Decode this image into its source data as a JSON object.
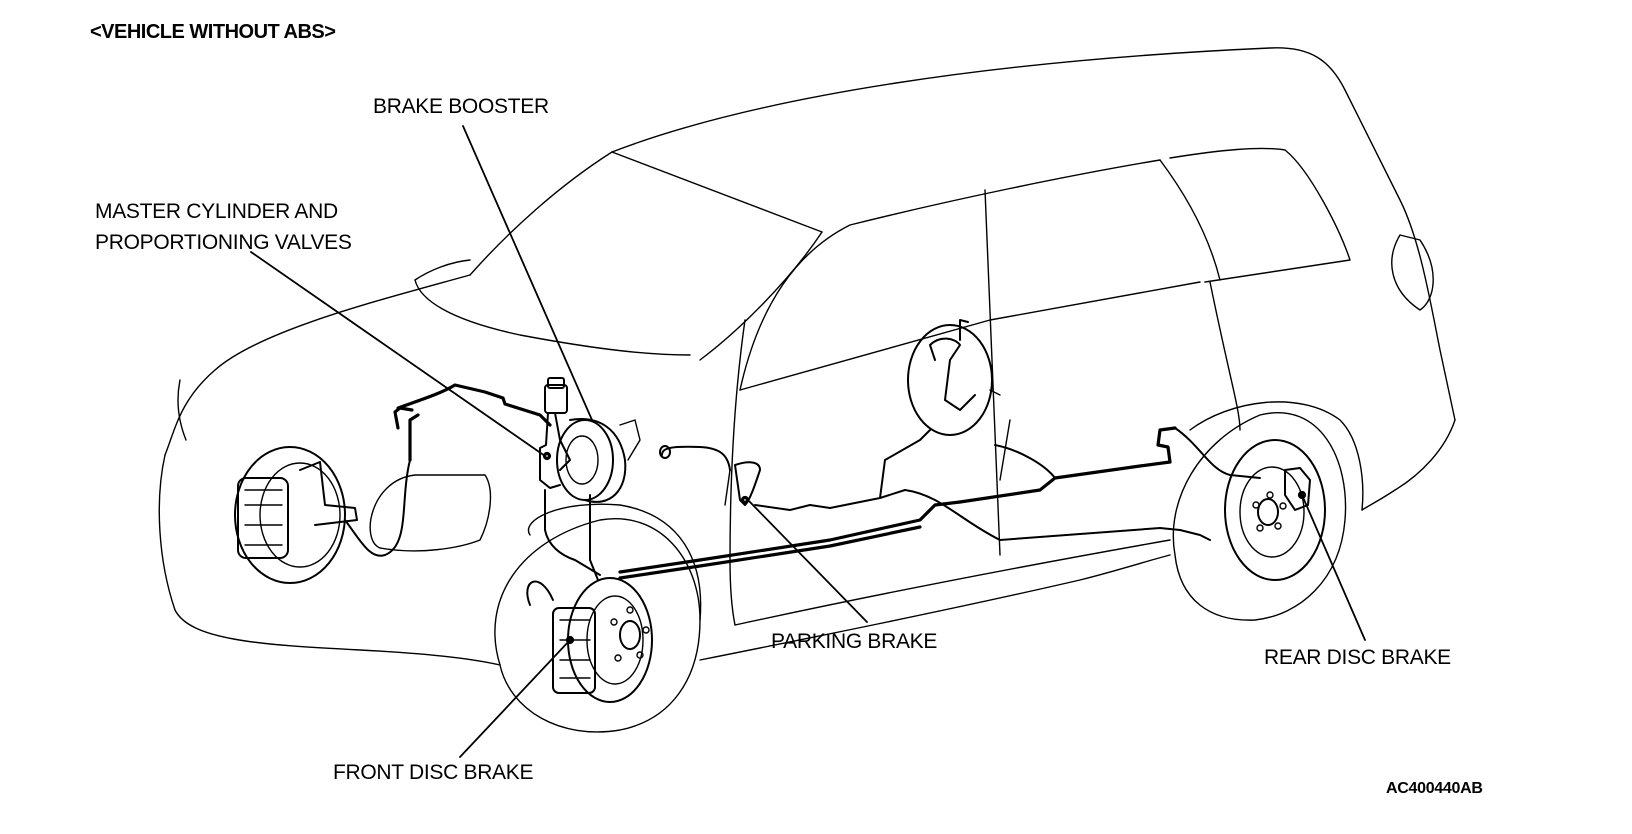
{
  "diagram": {
    "title": "<VEHICLE WITHOUT ABS>",
    "figure_code": "AC400440AB",
    "callouts": {
      "brake_booster": "BRAKE BOOSTER",
      "master_cylinder_line1": "MASTER CYLINDER AND",
      "master_cylinder_line2": "PROPORTIONING VALVES",
      "parking_brake": "PARKING BRAKE",
      "rear_disc_brake": "REAR DISC BRAKE",
      "front_disc_brake": "FRONT DISC BRAKE"
    },
    "components": [
      "vehicle-body-outline",
      "brake-booster",
      "master-cylinder",
      "front-disc-brake-left",
      "front-disc-brake-right",
      "parking-brake-lever",
      "rear-disc-brake",
      "rear-drum-in-hat",
      "brake-lines",
      "parking-brake-cables"
    ]
  }
}
